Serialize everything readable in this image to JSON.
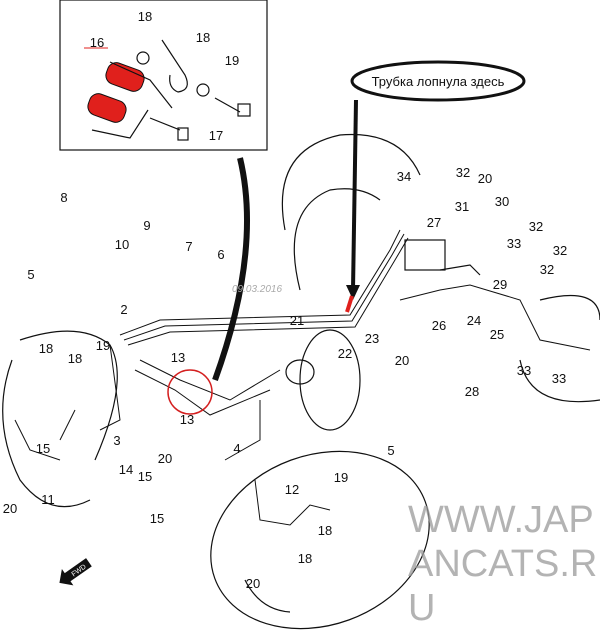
{
  "annotation": {
    "text": "Трубка лопнула здесь"
  },
  "watermark": {
    "text": "WWW.JAPANCATS.RU",
    "date": "09.03.2016"
  },
  "fwd_label": "FWD",
  "colors": {
    "highlight": "#e0201c",
    "line": "#111111",
    "watermark": "#9a9a9a"
  },
  "inset": {
    "callouts": [
      "18",
      "16",
      "18",
      "19",
      "17"
    ]
  },
  "callouts": [
    "8",
    "9",
    "10",
    "7",
    "6",
    "5",
    "2",
    "34",
    "32",
    "20",
    "31",
    "30",
    "32",
    "33",
    "32",
    "32",
    "29",
    "27",
    "21",
    "22",
    "23",
    "20",
    "26",
    "24",
    "25",
    "28",
    "33",
    "33",
    "18",
    "19",
    "18",
    "13",
    "15",
    "3",
    "14",
    "15",
    "20",
    "13",
    "4",
    "20",
    "11",
    "5",
    "19",
    "12",
    "15",
    "18",
    "18",
    "20"
  ]
}
